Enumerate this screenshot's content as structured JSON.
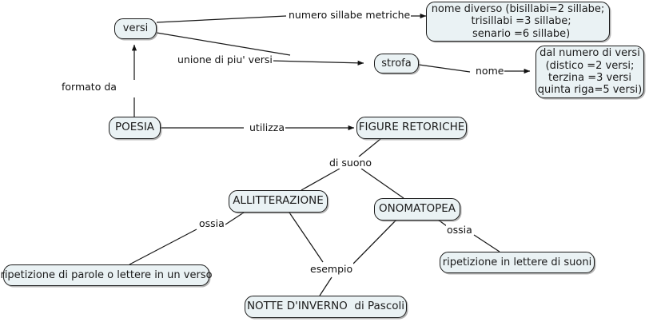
{
  "diagram": {
    "title": "Concept map: POESIA",
    "colors": {
      "node_fill": "#eaf2f4",
      "node_border": "#1a1a1a",
      "edge_stroke": "#1a1a1a",
      "background": "#ffffff"
    },
    "nodes": [
      {
        "id": "versi",
        "label": "versi"
      },
      {
        "id": "nome_diverso",
        "label": "nome diverso (bisillabi=2 sillabe;\n  trisillabi =3 sillabe;\n  senario =6 sillabe)"
      },
      {
        "id": "strofa",
        "label": "strofa"
      },
      {
        "id": "dal_numero",
        "label": "dal numero di versi\n(distico =2 versi;\nterzina =3 versi\nquinta riga=5 versi)"
      },
      {
        "id": "poesia",
        "label": "POESIA"
      },
      {
        "id": "figure",
        "label": "FIGURE RETORICHE"
      },
      {
        "id": "allitterazione",
        "label": "ALLITTERAZIONE"
      },
      {
        "id": "onomatopea",
        "label": "ONOMATOPEA"
      },
      {
        "id": "ripetizione_parole",
        "label": "ripetizione di parole o lettere in un verso"
      },
      {
        "id": "ripetizione_suoni",
        "label": "ripetizione in lettere di suoni"
      },
      {
        "id": "notte_inverno",
        "label": "NOTTE D'INVERNO  di Pascoli"
      }
    ],
    "edge_labels": [
      {
        "id": "numero_sillabe",
        "label": "numero sillabe metriche"
      },
      {
        "id": "unione",
        "label": "unione di piu' versi"
      },
      {
        "id": "nome",
        "label": "nome"
      },
      {
        "id": "formato_da",
        "label": "formato da"
      },
      {
        "id": "utilizza",
        "label": "utilizza"
      },
      {
        "id": "di_suono",
        "label": "di suono"
      },
      {
        "id": "ossia_sinistra",
        "label": "ossia"
      },
      {
        "id": "ossia_destra",
        "label": "ossia"
      },
      {
        "id": "esempio",
        "label": "esempio"
      }
    ]
  }
}
